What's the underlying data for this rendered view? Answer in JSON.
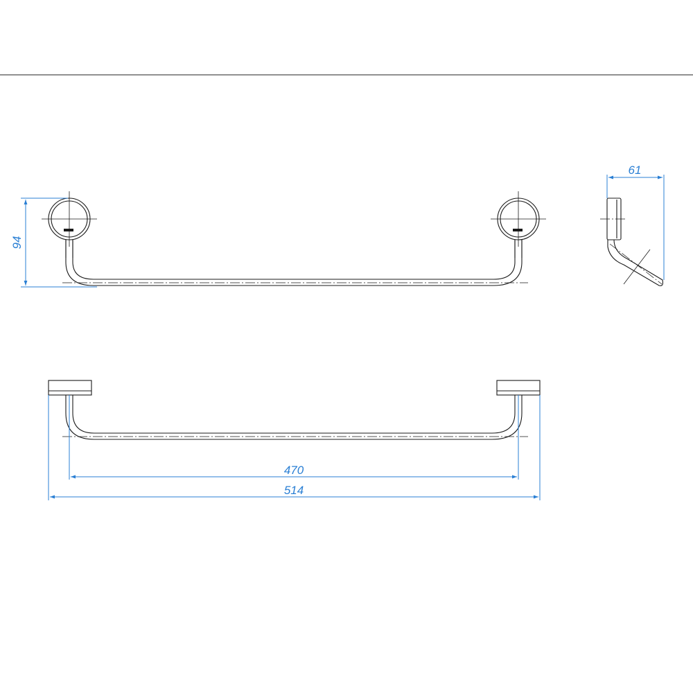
{
  "colors": {
    "linework": "#1a1a1a",
    "dimension": "#2a7fd4",
    "background": "#ffffff"
  },
  "dimensions": {
    "front_height": "94",
    "side_depth": "61",
    "center_distance": "470",
    "overall_length": "514"
  }
}
